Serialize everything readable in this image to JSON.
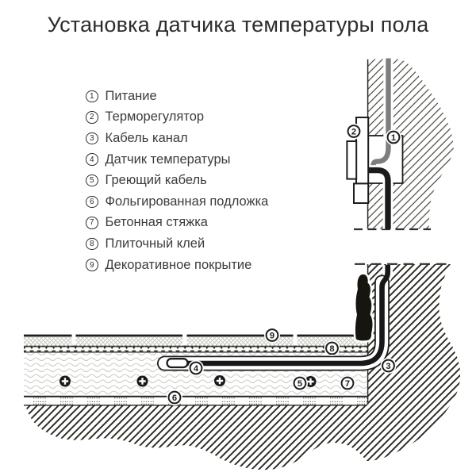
{
  "title": "Установка датчика температуры пола",
  "legend": {
    "items": [
      {
        "num": "1",
        "label": "Питание"
      },
      {
        "num": "2",
        "label": "Терморегулятор"
      },
      {
        "num": "3",
        "label": "Кабель канал"
      },
      {
        "num": "4",
        "label": "Датчик температуры"
      },
      {
        "num": "5",
        "label": "Греющий кабель"
      },
      {
        "num": "6",
        "label": "Фольгированная подложка"
      },
      {
        "num": "7",
        "label": "Бетонная стяжка"
      },
      {
        "num": "8",
        "label": "Плиточный клей"
      },
      {
        "num": "9",
        "label": "Декоративное покрытие"
      }
    ]
  },
  "diagram": {
    "callouts": [
      "1",
      "2",
      "3",
      "4",
      "5",
      "6",
      "7",
      "8",
      "9"
    ]
  },
  "colors": {
    "ink": "#1d1d1d",
    "cable_gray": "#7e7e7e",
    "background": "#ffffff"
  }
}
